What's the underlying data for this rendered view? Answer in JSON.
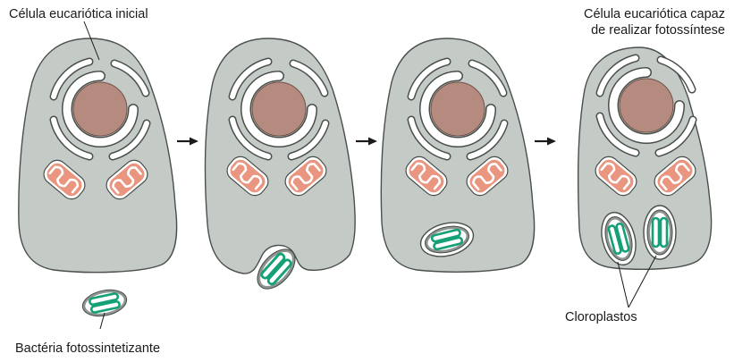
{
  "labels": {
    "initial_cell": "Célula eucariótica inicial",
    "final_cell_line1": "Célula eucariótica capaz",
    "final_cell_line2": "de realizar fotossíntese",
    "bacterium": "Bactéria fotossintetizante",
    "chloroplasts": "Cloroplastos"
  },
  "colors": {
    "cytoplasm": "#c4cbc6",
    "outline": "#4a4f4b",
    "nucleus": "#b48b7e",
    "membrane": "#ffffff",
    "mitochondrion": "#e99580",
    "thylakoid": "#15a077",
    "arrow": "#1a1a1a"
  },
  "stages": [
    {
      "name": "initial-cell",
      "bacterium": "outside"
    },
    {
      "name": "engulfing-cell",
      "bacterium": "entering"
    },
    {
      "name": "cell-with-vesicle",
      "bacterium": "inside"
    },
    {
      "name": "photosynthetic-cell",
      "bacterium": "chloroplasts"
    }
  ]
}
